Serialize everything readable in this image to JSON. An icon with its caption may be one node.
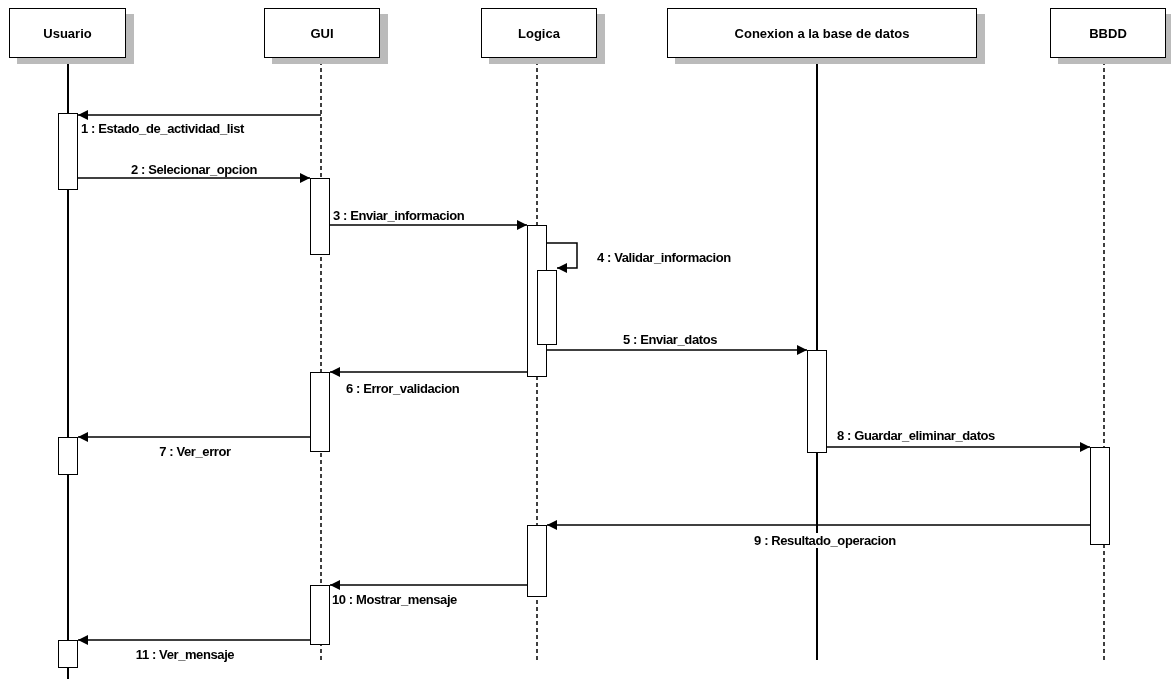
{
  "diagram": {
    "nodes": [
      {
        "text": [
          "Usuario"
        ]
      },
      {
        "text": [
          "GUI"
        ]
      },
      {
        "text": [
          "Logica"
        ]
      },
      {
        "text": [
          "Conexion a la base de datos"
        ]
      },
      {
        "text": [
          "BBDD"
        ]
      },
      {
        "text": [],
        "shape": "bar"
      },
      {
        "text": [],
        "shape": "bar"
      },
      {
        "text": [],
        "shape": "bar"
      },
      {
        "text": [],
        "shape": "bar"
      },
      {
        "text": [],
        "shape": "bar"
      },
      {
        "text": [],
        "shape": "bar"
      },
      {
        "text": [],
        "shape": "bar"
      },
      {
        "text": [],
        "shape": "bar"
      },
      {
        "text": [],
        "shape": "bar"
      },
      {
        "text": [],
        "shape": "bar"
      },
      {
        "text": [],
        "shape": "bar"
      }
    ],
    "edges": [
      {
        "from": null,
        "to": 5,
        "arrow": "to",
        "label": "1 : Estado_de_actividad_list"
      },
      {
        "from": 5,
        "to": 6,
        "arrow": "to",
        "label": "2 : Selecionar_opcion"
      },
      {
        "from": 6,
        "to": 7,
        "arrow": "to",
        "label": "3 : Enviar_informacion"
      },
      {
        "from": 7,
        "to": 8,
        "arrow": "to",
        "label": "4 : Validar_informacion"
      },
      {
        "from": 7,
        "to": 9,
        "arrow": "to",
        "label": "5 : Enviar_datos"
      },
      {
        "from": 7,
        "to": 10,
        "arrow": "to",
        "label": "6 : Error_validacion"
      },
      {
        "from": 10,
        "to": 11,
        "arrow": "to",
        "label": "7 : Ver_error"
      },
      {
        "from": 9,
        "to": 12,
        "arrow": "to",
        "label": "8 : Guardar_eliminar_datos"
      },
      {
        "from": 12,
        "to": 13,
        "arrow": "to",
        "label": "9 : Resultado_operacion"
      },
      {
        "from": 13,
        "to": 14,
        "arrow": "to",
        "label": "10 : Mostrar_mensaje"
      },
      {
        "from": 14,
        "to": 15,
        "arrow": "to",
        "label": "11 : Ver_mensaje"
      }
    ]
  }
}
